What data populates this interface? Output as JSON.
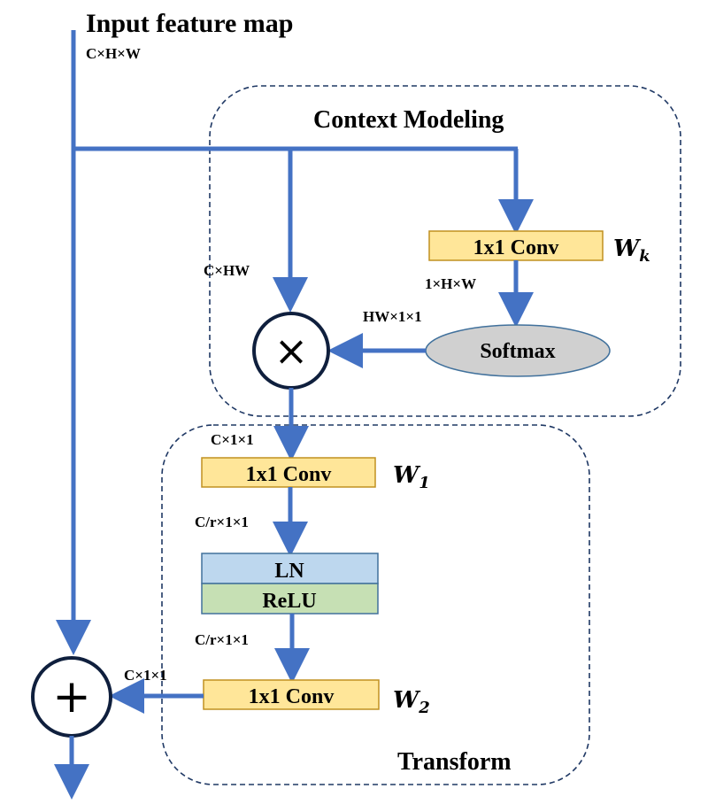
{
  "title": "Input feature map",
  "input_dim": "C×H×W",
  "context": {
    "title": "Context Modeling",
    "conv_label": "1x1 Conv",
    "weight_main": "W",
    "weight_sub": "k",
    "dim_chw": "C×HW",
    "dim_1hw": "1×H×W",
    "dim_hw11": "HW×1×1",
    "softmax_label": "Softmax",
    "multiply_symbol": "×"
  },
  "transform": {
    "title": "Transform",
    "dim_c11_top": "C×1×1",
    "conv1_label": "1x1 Conv",
    "w1_main": "W",
    "w1_sub": "1",
    "dim_cr11_a": "C/r×1×1",
    "ln_label": "LN",
    "relu_label": "ReLU",
    "dim_cr11_b": "C/r×1×1",
    "conv2_label": "1x1 Conv",
    "w2_main": "W",
    "w2_sub": "2",
    "dim_c11_out": "C×1×1"
  },
  "add_symbol": "+",
  "colors": {
    "arrow": "#4472c4",
    "conv_fill": "#ffe699",
    "conv_stroke": "#c09020",
    "ln_fill": "#bdd7ee",
    "relu_fill": "#c6e0b4",
    "box_stroke": "#41719c",
    "softmax_fill": "#d0d0d0",
    "softmax_stroke": "#41719c",
    "dashed": "#1f3864",
    "circle_stroke": "#0f1f3d"
  }
}
